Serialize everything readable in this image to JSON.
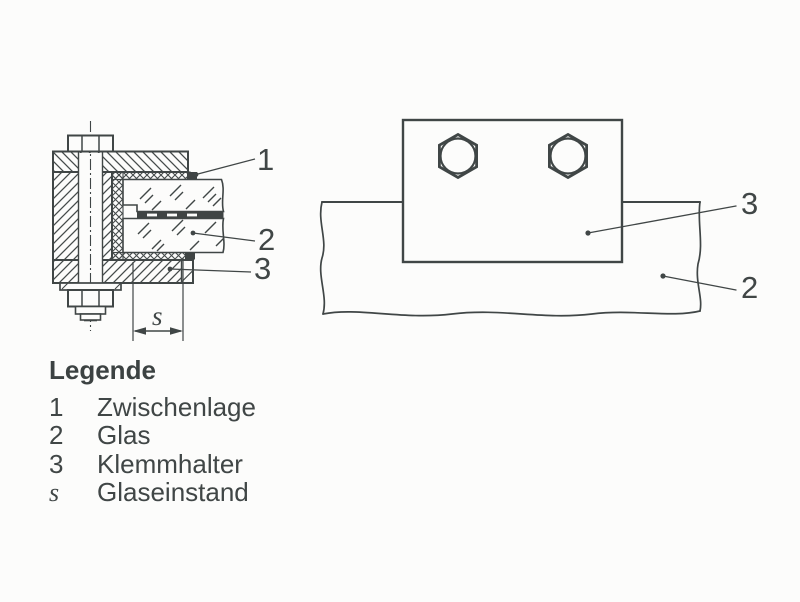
{
  "colors": {
    "ink": "#404646",
    "paper": "#fcfcfb",
    "interlayer_fill": "#3f4444"
  },
  "section_view": {
    "callout_1": "1",
    "callout_2": "2",
    "callout_3": "3",
    "dimension_label": "s"
  },
  "front_view": {
    "callout_3": "3",
    "callout_2": "2"
  },
  "legend": {
    "title": "Legende",
    "items": [
      {
        "ref": "1",
        "label": "Zwischenlage"
      },
      {
        "ref": "2",
        "label": "Glas"
      },
      {
        "ref": "3",
        "label": "Klemmhalter"
      },
      {
        "ref": "s",
        "label": "Glaseinstand"
      }
    ]
  }
}
